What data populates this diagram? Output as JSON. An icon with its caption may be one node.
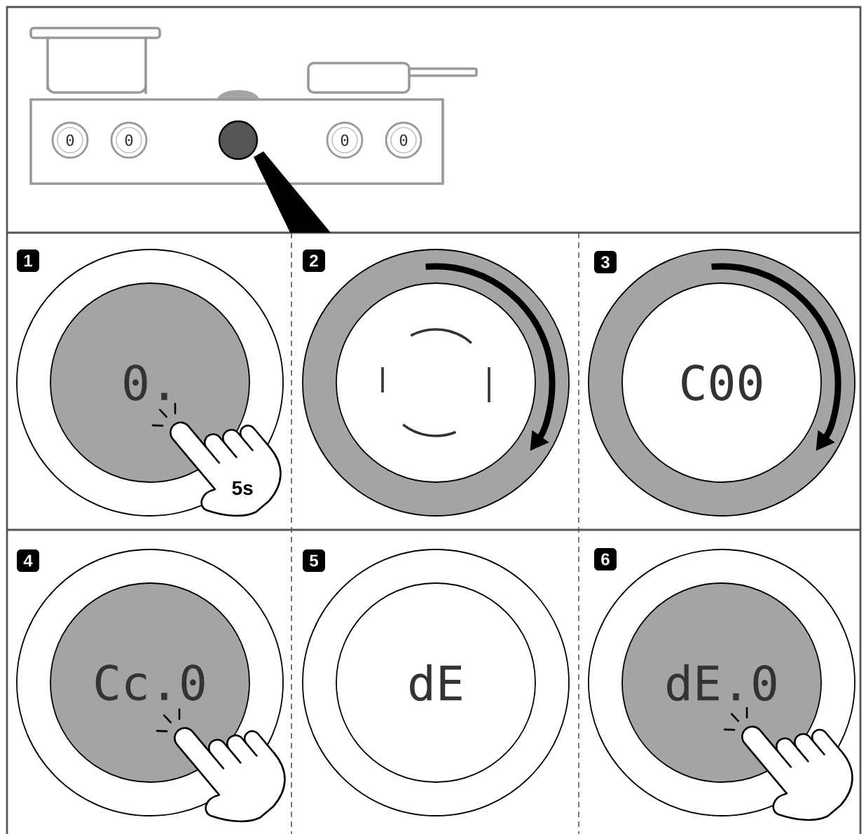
{
  "diagram": {
    "nodes": [
      {
        "text": [
          "0"
        ]
      },
      {
        "text": [
          "0"
        ]
      },
      {
        "text": [],
        "shape": "circle"
      },
      {
        "text": [
          "0"
        ]
      },
      {
        "text": [
          "0"
        ]
      },
      {
        "text": [
          "1"
        ]
      },
      {
        "text": [
          "0."
        ],
        "beside": [
          "5s"
        ]
      },
      {
        "text": [
          "2"
        ]
      },
      {
        "text": [],
        "shape": "circle"
      },
      {
        "text": [
          "3"
        ]
      },
      {
        "text": [
          "C00"
        ]
      },
      {
        "text": [
          "4"
        ]
      },
      {
        "text": [
          "Cc.0"
        ]
      },
      {
        "text": [
          "5"
        ]
      },
      {
        "text": [
          "dE"
        ]
      },
      {
        "text": [
          "6"
        ]
      },
      {
        "text": [
          "dE.0"
        ]
      }
    ]
  }
}
